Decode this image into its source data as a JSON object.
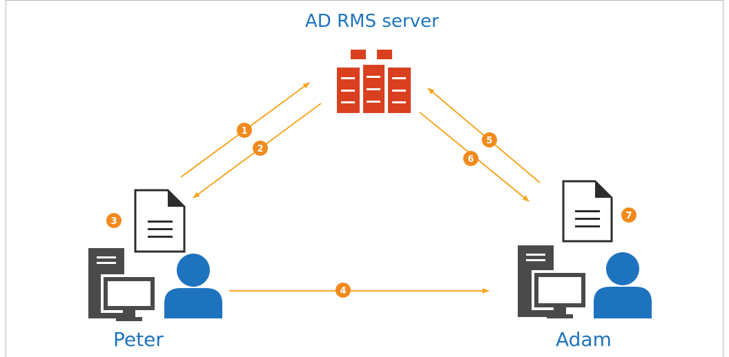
{
  "title": "AD RMS server",
  "users": {
    "sender": "Peter",
    "recipient": "Adam"
  },
  "steps": [
    "1",
    "2",
    "3",
    "4",
    "5",
    "6",
    "7"
  ],
  "colors": {
    "label": "#1e73be",
    "server": "#d9401f",
    "arrow": "#f5a623",
    "badge": "#f18a1c",
    "user": "#1e73be",
    "computer": "#4a4a4a"
  },
  "icons": [
    "server-rack-icon",
    "document-icon",
    "desktop-computer-icon",
    "user-icon"
  ]
}
